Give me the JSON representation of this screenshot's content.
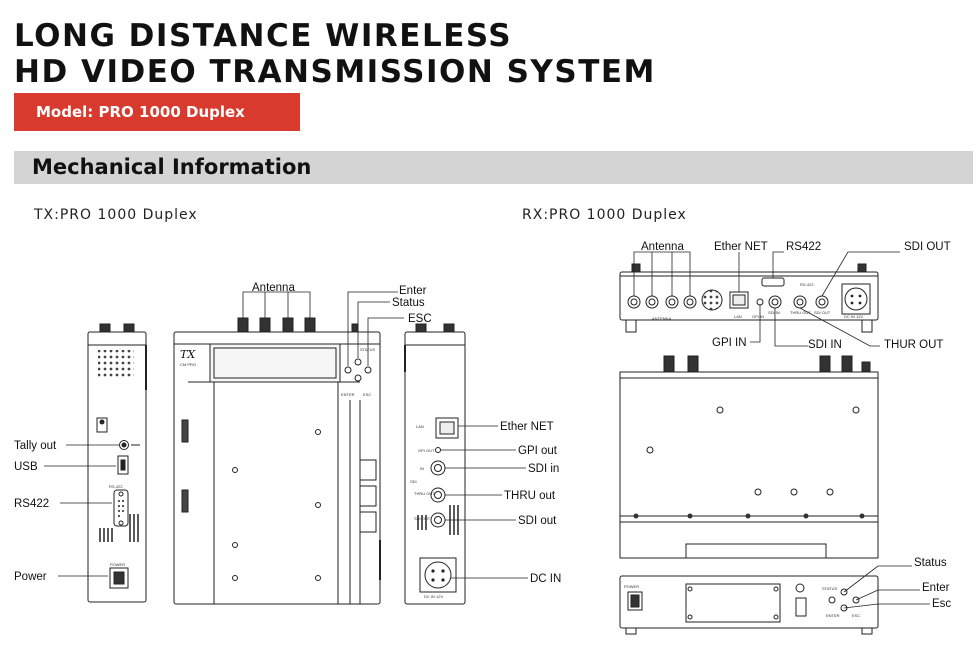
{
  "header": {
    "title_line1": "LONG DISTANCE WIRELESS",
    "title_line2": "HD VIDEO TRANSMISSION SYSTEM",
    "model_label": "Model: PRO 1000 Duplex"
  },
  "section": {
    "heading": "Mechanical Information"
  },
  "tx": {
    "heading": "TX:PRO 1000 Duplex",
    "callouts": {
      "antenna": "Antenna",
      "enter": "Enter",
      "status": "Status",
      "esc": "ESC",
      "tally_out": "Tally out",
      "usb": "USB",
      "rs422": "RS422",
      "power": "Power",
      "ether_net": "Ether NET",
      "gpi_out": "GPI out",
      "sdi_in": "SDI in",
      "thru_out": "THRU out",
      "sdi_out": "SDI out",
      "dc_in": "DC IN"
    },
    "panel_text": {
      "brand": "TX",
      "brand_sub": "CM PRO",
      "enter": "ENTER",
      "esc": "ESC",
      "status": "STATUS",
      "power": "POWER",
      "rs422": "RS-422",
      "lan": "LAN",
      "gpi_out": "GPI OUT",
      "in": "IN",
      "sdi": "SDI",
      "thru_out": "THRU OUT",
      "sdi_out": "SDI OUT",
      "dc": "DC IN 12V"
    }
  },
  "rx": {
    "heading": "RX:PRO 1000 Duplex",
    "callouts": {
      "antenna": "Antenna",
      "ether_net": "Ether NET",
      "rs422": "RS422",
      "sdi_out": "SDI OUT",
      "gpi_in": "GPI IN",
      "sdi_in": "SDI IN",
      "thur_out": "THUR OUT",
      "status": "Status",
      "enter": "Enter",
      "esc": "Esc"
    },
    "panel_text": {
      "antenna": "ANTENNA",
      "lan": "LAN",
      "gpi_in": "GPI IN",
      "sdi_in": "SDI IN",
      "thru_out": "THRU OUT",
      "sdi_out": "SDI OUT",
      "dc": "DC IN 12V",
      "rs422": "RS-422",
      "power": "POWER",
      "status": "STATUS",
      "enter": "ENTER",
      "esc": "ESC"
    }
  }
}
